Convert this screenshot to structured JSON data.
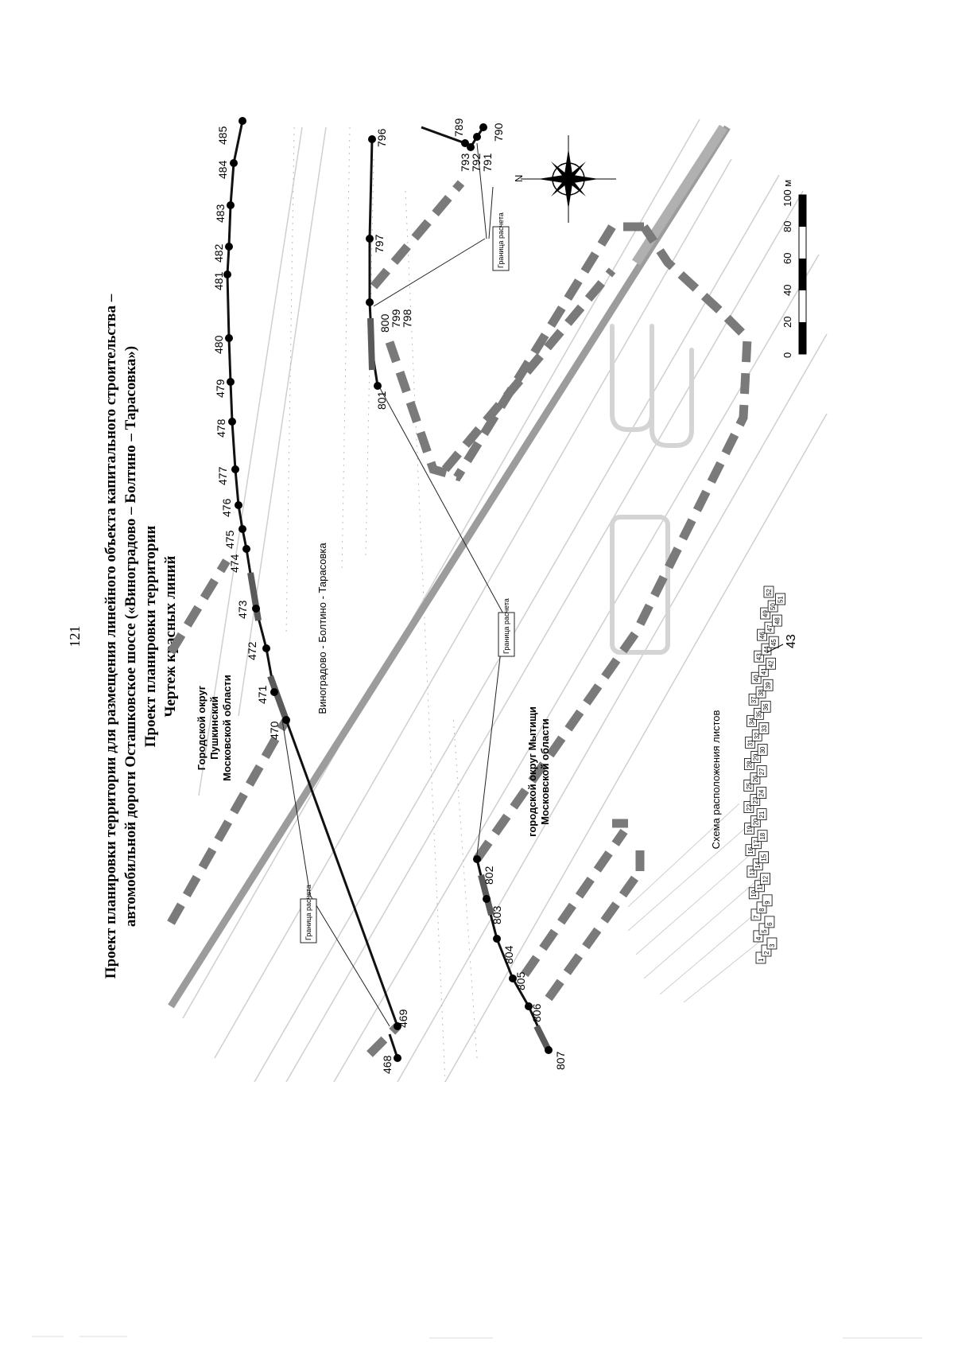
{
  "page_number": "121",
  "title": {
    "line1": "Проект планировки территории для размещения линейного объекта капитального строительства –",
    "line2": "автомобильной дороги Осташковское шоссе («Виноградово – Болтино – Тарасовка»)",
    "line3": "Проект планировки территории",
    "line4": "Чертеж красных линий"
  },
  "map_labels": {
    "pushkino": [
      "Городской округ",
      "Пушкинский",
      "Московской области"
    ],
    "mytishchi": [
      "городской округ Мытищи",
      "Московской области"
    ],
    "road": "Виноградово - Болтино - Тарасовка",
    "boundary": "Граница расчета",
    "sheet_layout": "Схема расположения листов",
    "sheet_no": "43"
  },
  "points_upper": [
    "469",
    "470",
    "471",
    "472",
    "473",
    "474",
    "475",
    "476",
    "477",
    "478",
    "479",
    "480",
    "481",
    "482",
    "483",
    "484",
    "485"
  ],
  "points_mid": [
    "796",
    "797",
    "798",
    "799",
    "800",
    "801"
  ],
  "points_right": [
    "789",
    "790",
    "791",
    "792",
    "793"
  ],
  "points_lower": [
    "802",
    "803",
    "804",
    "805",
    "806",
    "807"
  ],
  "point_left": "468",
  "compass_letter": "N",
  "scale": {
    "ticks": [
      "0",
      "20",
      "40",
      "60",
      "80",
      "100 м"
    ]
  },
  "sheet_index": [
    "1",
    "2",
    "3",
    "4",
    "5",
    "6",
    "7",
    "8",
    "9",
    "10",
    "11",
    "12",
    "13",
    "14",
    "15",
    "16",
    "17",
    "18",
    "19",
    "20",
    "21",
    "22",
    "23",
    "24",
    "25",
    "26",
    "27",
    "28",
    "29",
    "30",
    "31",
    "32",
    "33",
    "34",
    "35",
    "36",
    "37",
    "38",
    "39",
    "40",
    "41",
    "42",
    "43",
    "44",
    "45",
    "46",
    "47",
    "48",
    "49",
    "50",
    "51",
    "52"
  ],
  "colors": {
    "red_line": "#111111",
    "boundary_dash": "#7a7a7a",
    "road_axis": "#9c9c9c",
    "sketch": "#c8c8c8"
  }
}
